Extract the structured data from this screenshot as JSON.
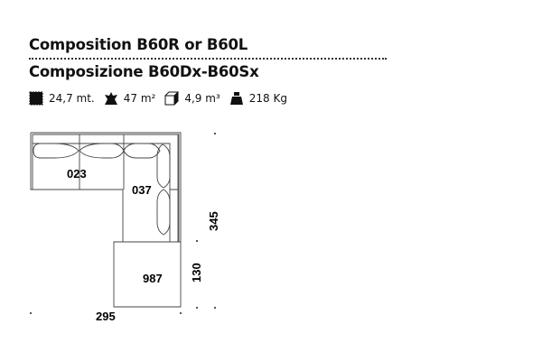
{
  "title_en": "Composition B60R or B60L",
  "title_it": "Composizione B60Dx-B60Sx",
  "specs": [
    {
      "icon": "fabric-icon",
      "value": "24,7 mt."
    },
    {
      "icon": "leather-hide-icon",
      "value": "47 m²"
    },
    {
      "icon": "box-volume-icon",
      "value": "4,9 m³"
    },
    {
      "icon": "weight-icon",
      "value": "218 Kg"
    }
  ],
  "diagram": {
    "modules": [
      "023",
      "037",
      "987"
    ],
    "dimensions": {
      "depth_total": "345",
      "ottoman_depth": "130",
      "width": "295"
    }
  }
}
